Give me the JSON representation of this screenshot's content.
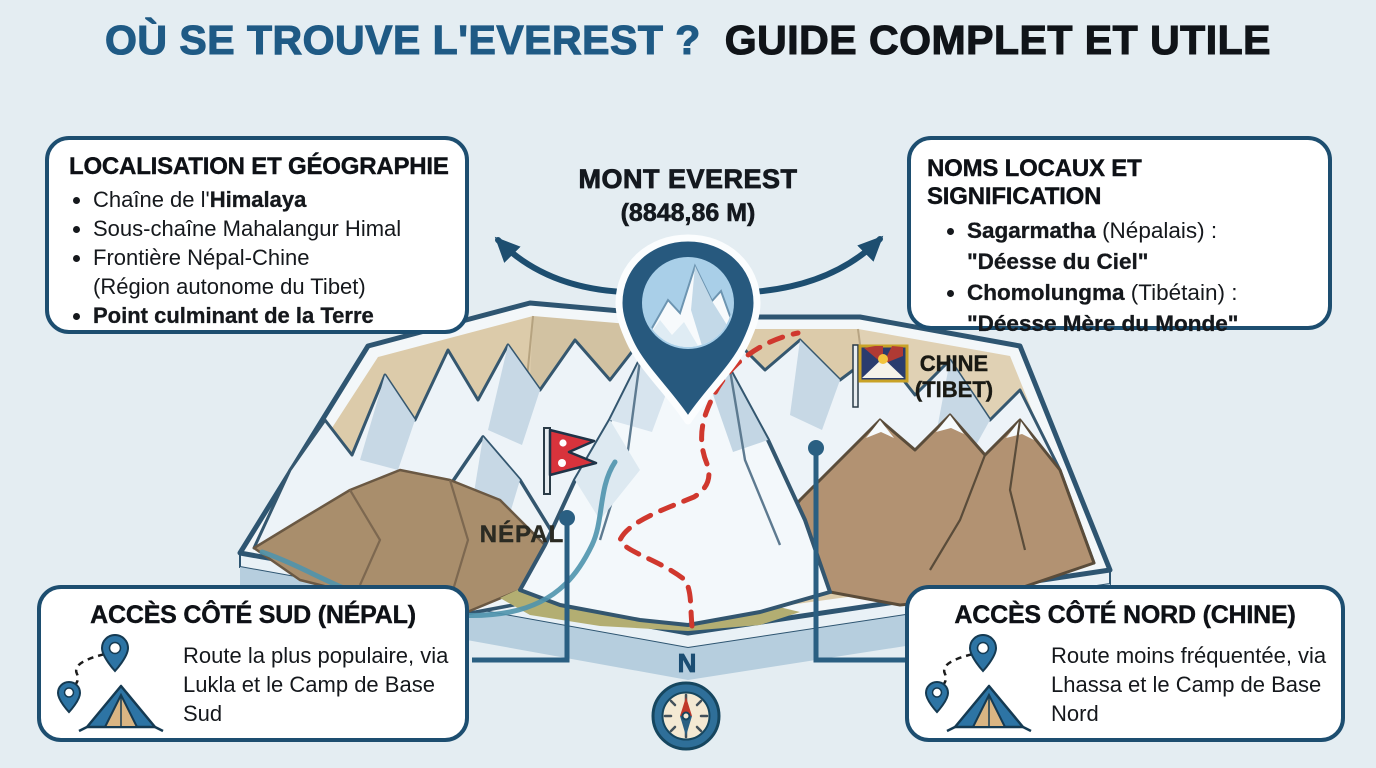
{
  "title": {
    "highlight": "OÙ SE TROUVE L'EVEREST ?",
    "rest": "GUIDE COMPLET ET UTILE"
  },
  "everest_label": {
    "name": "MONT EVEREST",
    "elevation": "(8848,86 M)"
  },
  "boxes": {
    "geography": {
      "title": "LOCALISATION ET GÉOGRAPHIE",
      "bullets": {
        "b0": {
          "text": "Chaîne de l'",
          "bold": "Himalaya"
        },
        "b1": {
          "text": "Sous-chaîne Mahalangur Himal"
        },
        "b2": {
          "text": "Frontière Népal-Chine",
          "text2": "(Région autonome du Tibet)"
        },
        "b3": {
          "bold": "Point culminant de la Terre"
        }
      }
    },
    "names": {
      "title": "NOMS LOCAUX ET SIGNIFICATION",
      "bullets": {
        "b0": {
          "bold": "Sagarmatha",
          "text": " (Népalais) :",
          "bold2": "\"Déesse du Ciel\""
        },
        "b1": {
          "bold": "Chomolungma",
          "text": " (Tibétain) :",
          "bold2": "\"Déesse Mère du Monde\""
        }
      }
    },
    "south": {
      "title": "ACCÈS CÔTÉ SUD (NÉPAL)",
      "body": "Route la plus populaire, via Lukla et le Camp de Base Sud"
    },
    "north": {
      "title": "ACCÈS CÔTÉ NORD (CHINE)",
      "body": "Route moins fréquentée, via Lhassa et le Camp de Base Nord"
    }
  },
  "map": {
    "nepal_label": "NÉPAL",
    "china_line1": "CHINE",
    "china_line2": "(TIBET)",
    "compass_label": "N"
  },
  "colors": {
    "background": "#e4edf2",
    "title_accent": "#1f5a85",
    "title_dark": "#101419",
    "box_border": "#1d4e70",
    "map_outline": "#2e5571",
    "paper_beige": "#dccbaa",
    "mountain_white": "#f3f8fb",
    "foothill_brown": "#a98e6c",
    "tibet_brown": "#b29272",
    "valley_olive": "#b3ae72",
    "river_teal": "#4f93ad",
    "route_red": "#d0382e",
    "pin_blue": "#27597e",
    "pin_inner": "#a9cfe8",
    "compass_ring": "#2f6f99",
    "compass_face": "#f4e9d3",
    "band_blue": "#b6cede",
    "nepal_flag_red": "#d8333c"
  }
}
